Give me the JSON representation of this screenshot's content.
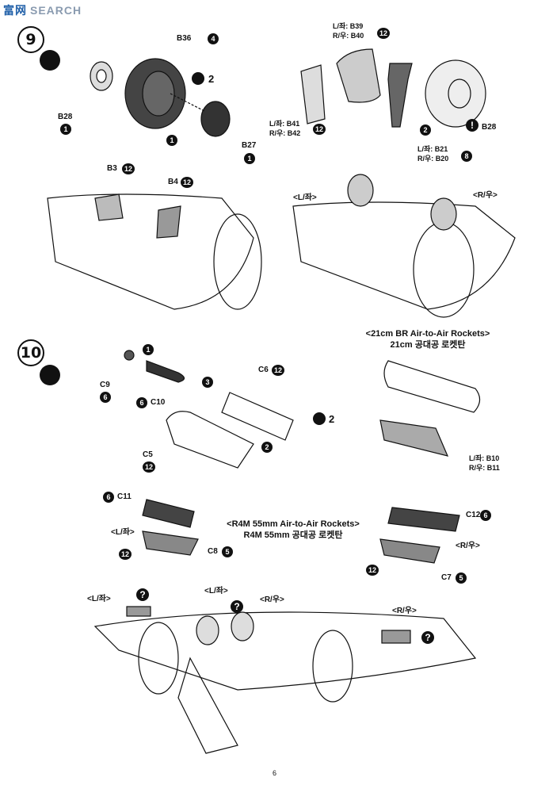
{
  "watermark": {
    "cn": "富网",
    "en": "SEARCH"
  },
  "steps": [
    {
      "number": "9"
    },
    {
      "number": "10"
    }
  ],
  "step9": {
    "parts": {
      "B36": "B36",
      "B36_qty": "4",
      "glue_count": "2",
      "B28_left": "B28",
      "B28_left_qty": "1",
      "B27": "B27",
      "B27_qty": "1",
      "wheel_qty": "1",
      "B39_line1": "L/좌: B39",
      "B39_line2": "R/우: B40",
      "B39_qty": "12",
      "B41_line1": "L/좌: B41",
      "B41_line2": "R/우: B42",
      "B41_qty": "12",
      "B21_line1": "L/좌: B21",
      "B21_line2": "R/우: B20",
      "B21_qty": "8",
      "B28_right": "B28",
      "B3": "B3",
      "B3_qty": "12",
      "B4": "B4",
      "B4_qty": "12",
      "left_label": "<L/좌>",
      "right_label": "<R/우>",
      "step_num_2": "2"
    }
  },
  "step10": {
    "heading_21cm_en": "<21cm BR Air-to-Air Rockets>",
    "heading_21cm_ko": "21cm 공대공 로켓탄",
    "heading_r4m_en": "<R4M 55mm Air-to-Air Rockets>",
    "heading_r4m_ko": "R4M 55mm 공대공 로켓탄",
    "parts": {
      "C9": "C9",
      "C9_qty": "6",
      "C10": "C10",
      "C10_qty": "6",
      "C6": "C6",
      "C6_qty": "12",
      "C5": "C5",
      "C5_qty": "12",
      "glue_count": "2",
      "B10_line1": "L/좌: B10",
      "B10_line2": "R/우: B11",
      "C11": "C11",
      "C11_qty": "6",
      "C8": "C8",
      "C8_qty": "5",
      "C12": "C12",
      "C12_qty": "6",
      "C7": "C7",
      "C7_qty": "5",
      "bottom_qty": "12",
      "left_label": "<L/좌>",
      "right_label": "<R/우>",
      "sub1": "1",
      "sub2": "2",
      "sub3": "3",
      "q": "?"
    }
  },
  "page_number": "6"
}
